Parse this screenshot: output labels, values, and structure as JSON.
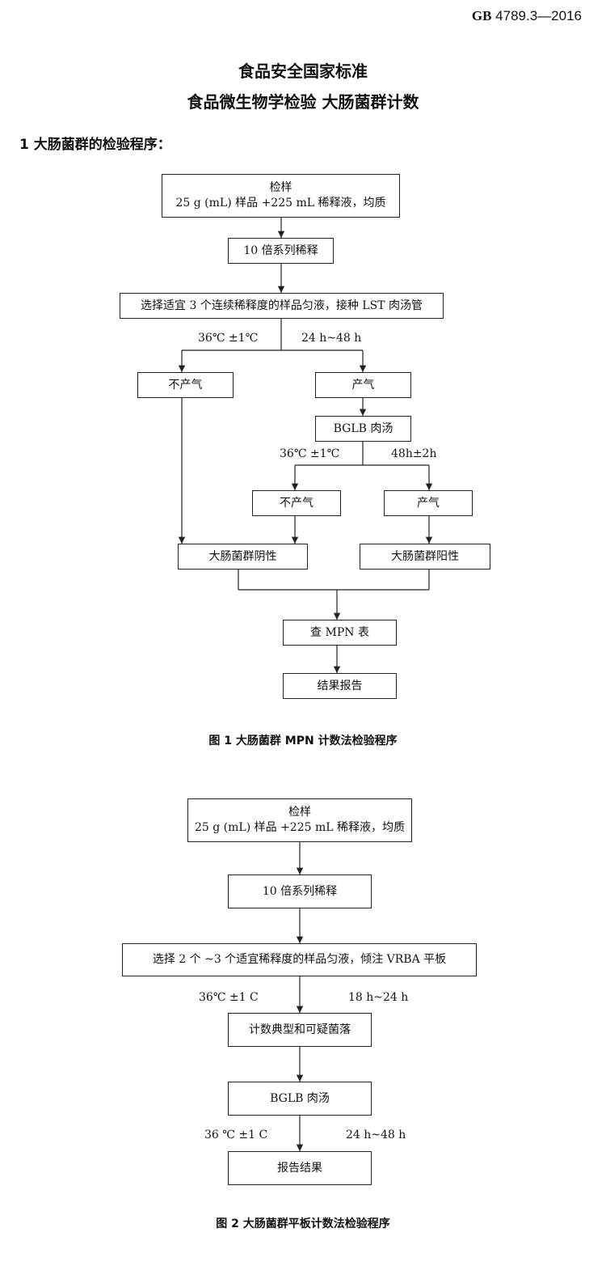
{
  "header": {
    "code_prefix": "GB",
    "code_number": "4789.3—2016",
    "title_line1": "食品安全国家标准",
    "title_line2": "食品微生物学检验 大肠菌群计数"
  },
  "section_heading": "1 大肠菌群的检验程序：",
  "figure1": {
    "sample_line1": "检样",
    "sample_line2": "25 g (mL) 样品 +225 mL 稀释液，均质",
    "dilution": "10 倍系列稀释",
    "inoculate": "选择适宜 3 个连续稀释度的样品匀液，接种 LST 肉汤管",
    "cond1_temp": "36℃ ±1℃",
    "cond1_time": "24 h~48 h",
    "no_gas_1": "不产气",
    "gas_1": "产气",
    "bglb": "BGLB 肉汤",
    "cond2_temp": "36℃ ±1℃",
    "cond2_time": "48h±2h",
    "no_gas_2": "不产气",
    "gas_2": "产气",
    "negative": "大肠菌群阴性",
    "positive": "大肠菌群阳性",
    "mpn": "查 MPN 表",
    "report": "结果报告",
    "caption": "图 1 大肠菌群 MPN 计数法检验程序"
  },
  "figure2": {
    "sample_line1": "检样",
    "sample_line2": "25 g (mL) 样品 +225 mL 稀释液，均质",
    "dilution": "10 倍系列稀释",
    "pour": "选择 2 个 ~3 个适宜稀释度的样品匀液，倾注 VRBA 平板",
    "cond1_temp": "36℃ ±1 C",
    "cond1_time": "18 h~24 h",
    "count": "计数典型和可疑菌落",
    "bglb": "BGLB 肉汤",
    "cond2_temp": "36 ℃ ±1 C",
    "cond2_time": "24 h~48 h",
    "report": "报告结果",
    "caption": "图 2 大肠菌群平板计数法检验程序"
  },
  "colors": {
    "line": "#222222",
    "text": "#111111"
  }
}
